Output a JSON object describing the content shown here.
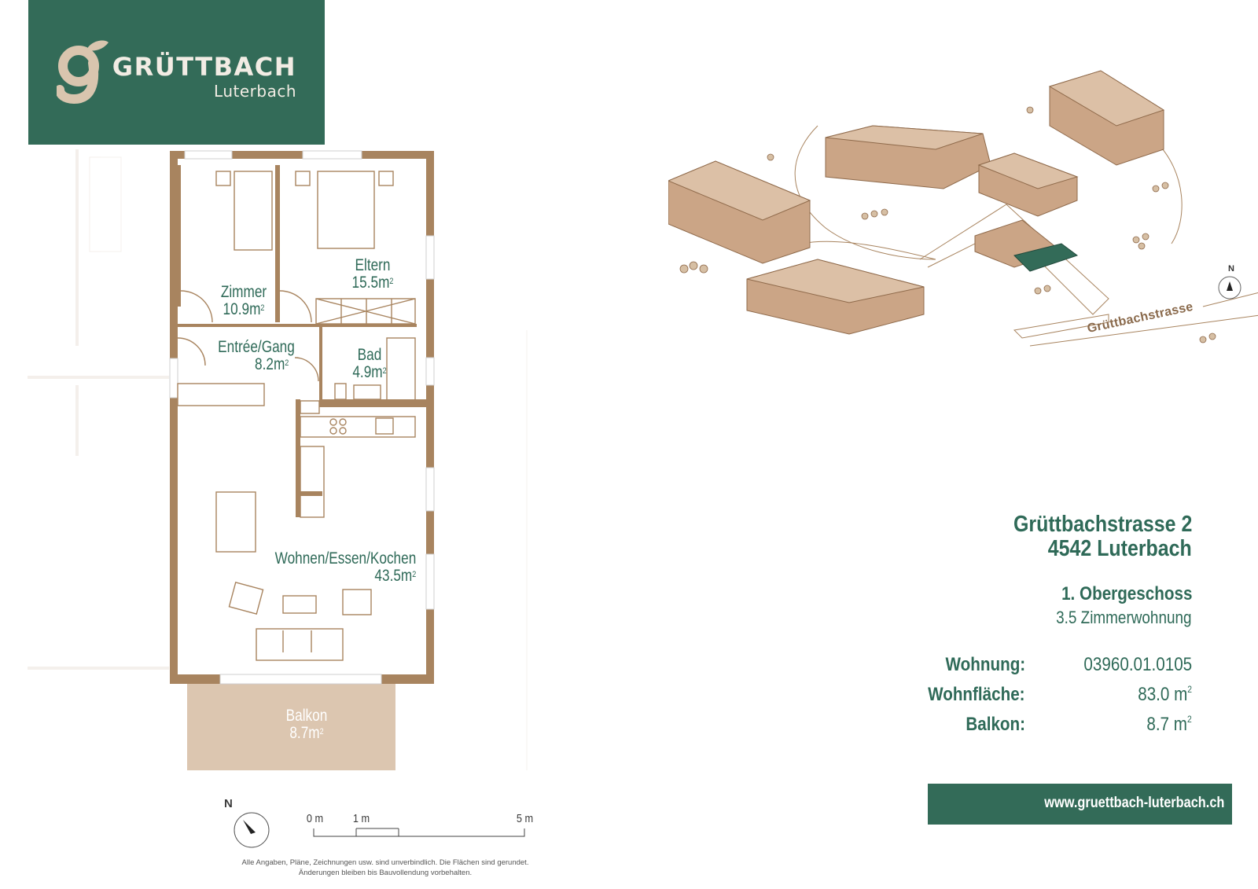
{
  "brand": {
    "name": "GRÜTTBACH",
    "place": "Luterbach"
  },
  "rooms": [
    {
      "name": "Zimmer",
      "area": "10.9m"
    },
    {
      "name": "Eltern",
      "area": "15.5m"
    },
    {
      "name": "Entrée/Gang",
      "area": "8.2m"
    },
    {
      "name": "Bad",
      "area": "4.9m"
    },
    {
      "name": "Wohnen/Essen/Kochen",
      "area": "43.5m"
    },
    {
      "name": "Balkon",
      "area": "8.7m"
    }
  ],
  "area_superscript": "2",
  "scale": {
    "north": "N",
    "labels": [
      "0 m",
      "1 m",
      "5 m"
    ]
  },
  "disclaimer": {
    "line1": "Alle Angaben, Pläne, Zeichnungen usw. sind unverbindlich. Die Flächen sind gerundet.",
    "line2": "Änderungen bleiben bis Bauvollendung vorbehalten."
  },
  "site": {
    "street": "Grüttbachstrasse",
    "north": "N"
  },
  "info": {
    "address_line1": "Grüttbachstrasse 2",
    "address_line2": "4542 Luterbach",
    "floor": "1. Obergeschoss",
    "flat_type": "3.5 Zimmerwohnung",
    "rows": [
      {
        "label": "Wohnung:",
        "value": "03960.01.0105"
      },
      {
        "label": "Wohnfläche:",
        "value": "83.0 m"
      },
      {
        "label": "Balkon:",
        "value": "8.7 m"
      }
    ]
  },
  "website": "www.gruettbach-luterbach.ch",
  "colors": {
    "brand_green": "#336b58",
    "wall_brown": "#a8845f",
    "balcony": "#dcc6b0",
    "cream": "#f2ece4"
  }
}
